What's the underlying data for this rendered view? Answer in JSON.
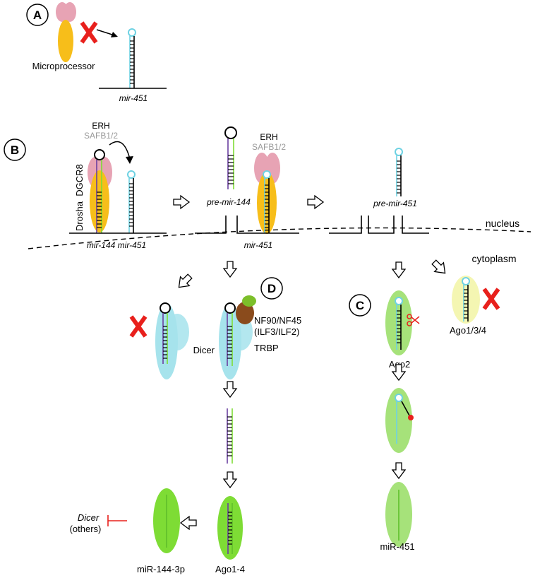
{
  "panels": {
    "a": "A",
    "b": "B",
    "c": "C",
    "d": "D"
  },
  "labels": {
    "microprocessor": "Microprocessor",
    "mir451_a": "mir-451",
    "erh_1": "ERH",
    "safb_1": "SAFB1/2",
    "dgcr8": "DGCR8",
    "drosha": "Drosha",
    "mir144_mir451": "mir-144 mir-451",
    "erh_2": "ERH",
    "safb_2": "SAFB1/2",
    "pre_mir144": "pre-mir-144",
    "mir451_b": "mir-451",
    "pre_mir451": "pre-mir-451",
    "nucleus": "nucleus",
    "cytoplasm": "cytoplasm",
    "nf90_1": "NF90/NF45",
    "nf90_2": "(ILF3/ILF2)",
    "dicer": "Dicer",
    "trbp": "TRBP",
    "ago2": "Ago2",
    "ago134": "Ago1/3/4",
    "mir451_mature": "miR-451",
    "ago1_4": "Ago1-4",
    "mir144_3p": "miR-144-3p",
    "dicer_italic": "Dicer",
    "others": "(others)"
  },
  "colors": {
    "pink": "#e7a3b4",
    "orange": "#f7be1a",
    "cyan": "#6ed2e3",
    "lightcyan": "#a6e3ec",
    "green": "#7edc35",
    "lightgreen": "#a6e27a",
    "yellow": "#f4f6b2",
    "purple": "#6b3fa0",
    "red": "#e8201c",
    "brown": "#8a4b1c",
    "olive": "#7cbf2a",
    "grey": "#9a9a9a"
  }
}
